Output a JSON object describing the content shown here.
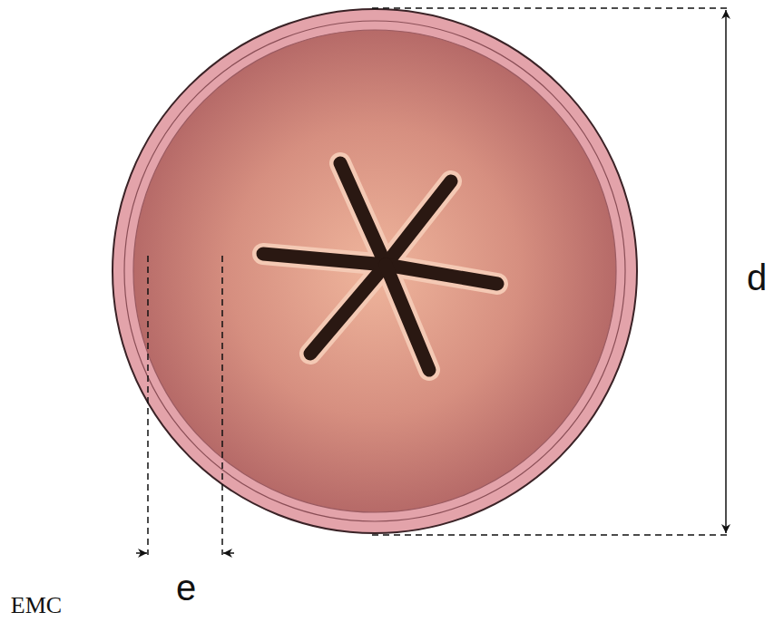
{
  "diagram": {
    "labels": [
      "d",
      "e",
      "EMC"
    ]
  }
}
